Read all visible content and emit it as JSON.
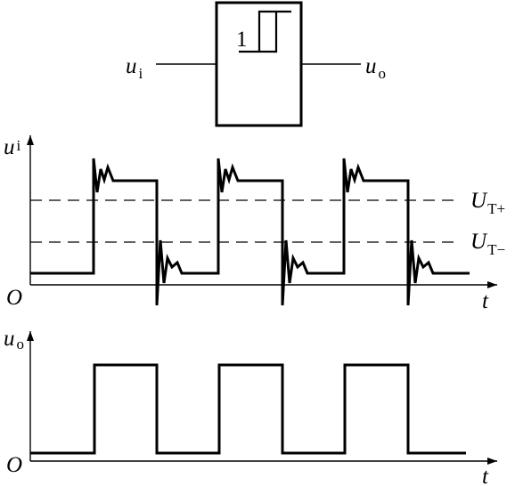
{
  "block": {
    "digit": "1",
    "input_var": "u",
    "input_sub": "i",
    "output_var": "u",
    "output_sub": "o"
  },
  "top_plot": {
    "y_var": "u",
    "y_sub": "i",
    "origin": "O",
    "x_label": "t",
    "upper_threshold_var": "U",
    "upper_threshold_sub": "T+",
    "lower_threshold_var": "U",
    "lower_threshold_sub": "T−"
  },
  "bottom_plot": {
    "y_var": "u",
    "y_sub": "o",
    "origin": "O",
    "x_label": "t"
  }
}
